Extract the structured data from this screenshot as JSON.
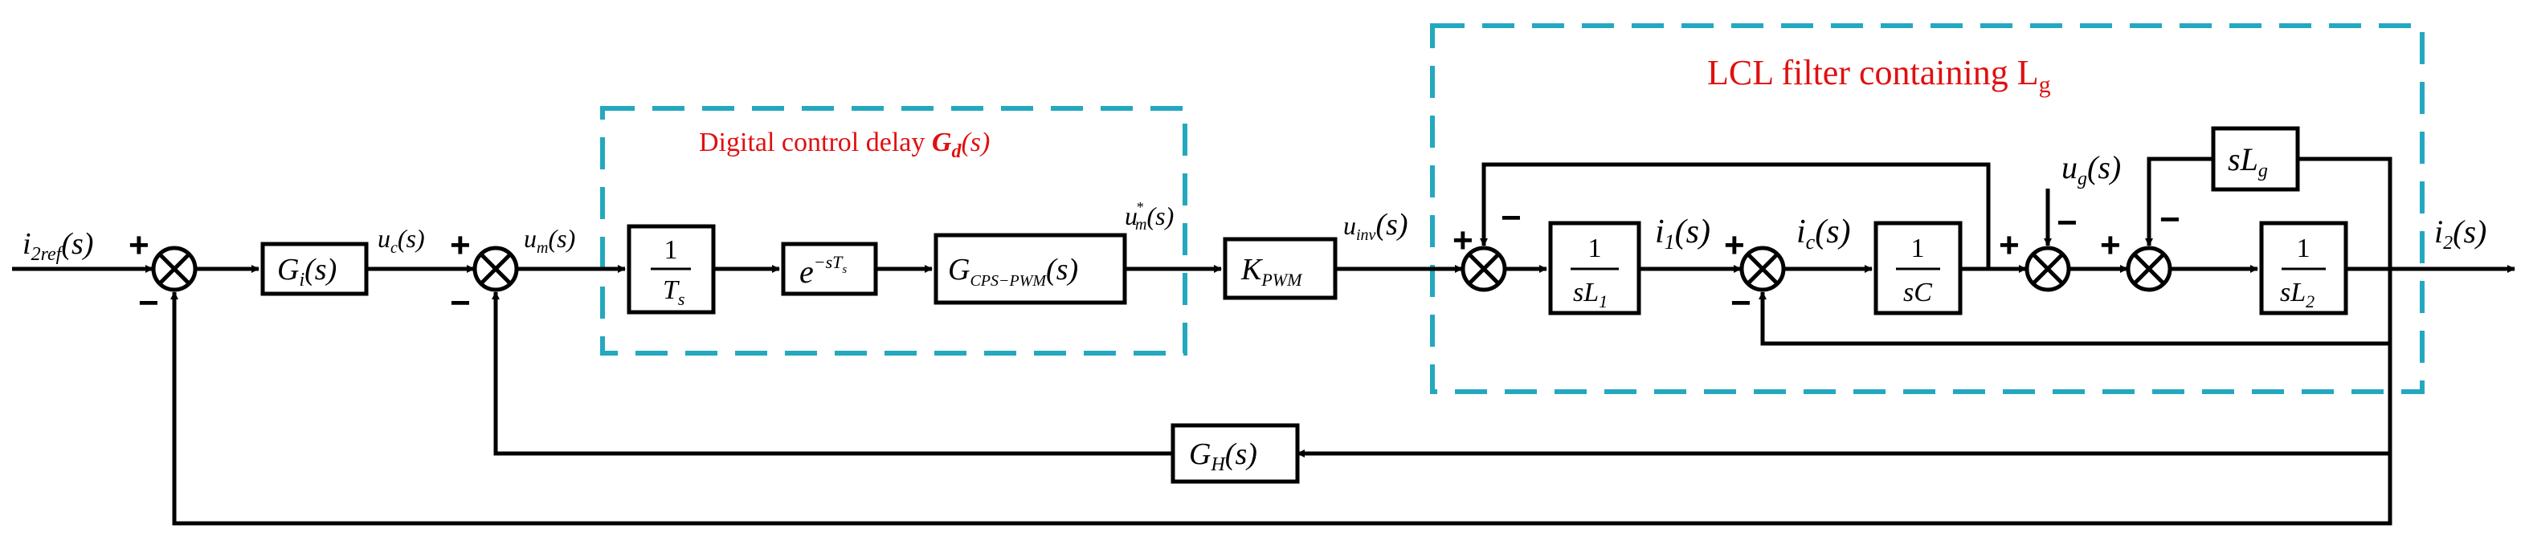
{
  "regions": {
    "delay_label": "Digital control delay",
    "delay_symbol": "G",
    "delay_symbol_sub": "d",
    "delay_arg": "(s)",
    "lcl_label": "LCL filter containing L",
    "lcl_label_sub": "g"
  },
  "blocks": {
    "gi": {
      "main": "G",
      "sub": "i",
      "arg": "(s)"
    },
    "one_over_ts": {
      "num": "1",
      "den": "T",
      "den_sub": "s"
    },
    "exp": {
      "base": "e",
      "exp": "−sT",
      "exp_sub": "s"
    },
    "gcps": {
      "main": "G",
      "sub": "CPS−PWM",
      "arg": "(s)"
    },
    "kpwm": {
      "main": "K",
      "sub": "PWM"
    },
    "one_over_sl1": {
      "num": "1",
      "den": "sL",
      "den_sub": "1"
    },
    "one_over_sc": {
      "num": "1",
      "den": "sC"
    },
    "one_over_sl2": {
      "num": "1",
      "den": "sL",
      "den_sub": "2"
    },
    "slg": {
      "main": "sL",
      "sub": "g"
    },
    "gh": {
      "main": "G",
      "sub": "H",
      "arg": "(s)"
    }
  },
  "signals": {
    "i2ref": {
      "main": "i",
      "sub": "2ref",
      "arg": "(s)"
    },
    "uc": {
      "main": "u",
      "sub": "c",
      "arg": "(s)"
    },
    "um": {
      "main": "u",
      "sub": "m",
      "arg": "(s)"
    },
    "um_star": {
      "main": "u",
      "sub": "m",
      "sup": "*",
      "arg": "(s)"
    },
    "uinv": {
      "main": "u",
      "sub": "inv",
      "arg": "(s)"
    },
    "i1": {
      "main": "i",
      "sub": "1",
      "arg": "(s)"
    },
    "ic": {
      "main": "i",
      "sub": "c",
      "arg": "(s)"
    },
    "ug": {
      "main": "u",
      "sub": "g",
      "arg": "(s)"
    },
    "i2": {
      "main": "i",
      "sub": "2",
      "arg": "(s)"
    }
  },
  "signs": {
    "plus": "+",
    "minus": "−"
  },
  "colors": {
    "region_border": "#24a8c0",
    "region_label": "#e01010",
    "line": "#000000"
  }
}
